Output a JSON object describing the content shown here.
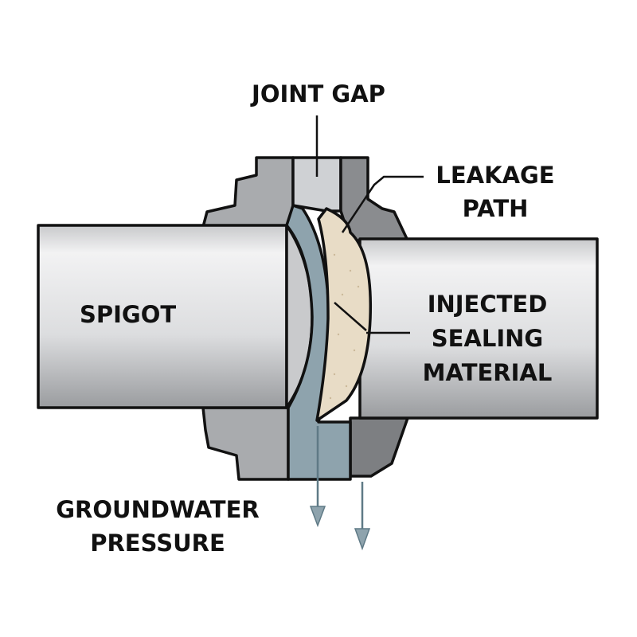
{
  "labels": {
    "joint_gap": "JOINT GAP",
    "leakage_path": [
      "LEAKAGE",
      "PATH"
    ],
    "spigot": "SPIGOT",
    "injected_sealing_material": [
      "INJECTED",
      "SEALING",
      "MATERIAL"
    ],
    "groundwater_pressure": [
      "GROUNDWATER",
      "PRESSURE"
    ]
  },
  "colors": {
    "pipe": "#d9dadc",
    "collar": "#a9abae",
    "collar_dark": "#7d7f82",
    "water": "#8ea3ad",
    "sealant": "#e8dcc6",
    "outline": "#111111"
  }
}
